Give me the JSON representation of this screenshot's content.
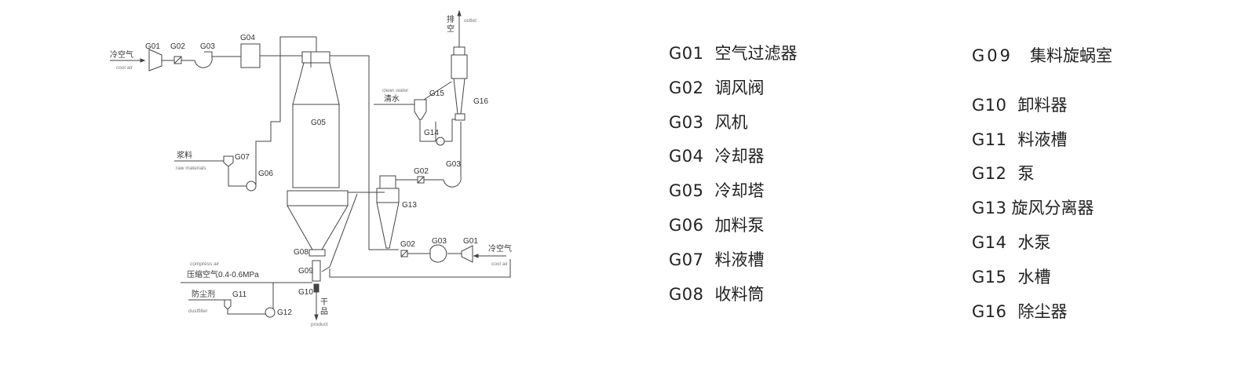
{
  "diagram": {
    "labels": {
      "cold_air_left_cn": "冷空气",
      "cold_air_left_en": "cool air",
      "g01_top": "G01",
      "g02_top": "G02",
      "g03_top": "G03",
      "g04": "G04",
      "g05": "G05",
      "raw_cn": "浆料",
      "raw_en": "raw materials",
      "g07": "G07",
      "g06": "G06",
      "compress_en": "compress air",
      "compress_cn": "压缩空气0.4-0.6MPa",
      "dust_cn": "防尘剂",
      "dust_en": "dustfilter",
      "g11": "G11",
      "g12": "G12",
      "g08": "G08",
      "g09": "G09",
      "g10": "G10",
      "product_cn_1": "干",
      "product_cn_2": "品",
      "product_en": "product",
      "outlet_cn_1": "排",
      "outlet_cn_2": "空",
      "outlet_en": "outlet",
      "clean_water_en": "clean water",
      "clean_water_cn": "清水",
      "g15": "G15",
      "g16": "G16",
      "g14": "G14",
      "g02_mid": "G02",
      "g03_mid": "G03",
      "g13": "G13",
      "g02_bot": "G02",
      "g03_bot": "G03",
      "g01_bot": "G01",
      "cold_air_right_cn": "冷空气",
      "cold_air_right_en": "cool air"
    }
  },
  "legend": {
    "col1": [
      {
        "code": "G01",
        "name": "空气过滤器"
      },
      {
        "code": "G02",
        "name": "调风阀"
      },
      {
        "code": "G03",
        "name": "风机"
      },
      {
        "code": "G04",
        "name": "冷却器"
      },
      {
        "code": "G05",
        "name": "冷却塔"
      },
      {
        "code": "G06",
        "name": "加料泵"
      },
      {
        "code": "G07",
        "name": "料液槽"
      },
      {
        "code": "G08",
        "name": "收料筒"
      }
    ],
    "col2": [
      {
        "code": "G09",
        "name": "集料旋蜗室"
      },
      {
        "code": "G10",
        "name": "卸料器"
      },
      {
        "code": "G11",
        "name": "料液槽"
      },
      {
        "code": "G12",
        "name": "泵"
      },
      {
        "code": "G13",
        "name": "旋风分离器"
      },
      {
        "code": "G14",
        "name": "水泵"
      },
      {
        "code": "G15",
        "name": "水槽"
      },
      {
        "code": "G16",
        "name": "除尘器"
      }
    ]
  }
}
